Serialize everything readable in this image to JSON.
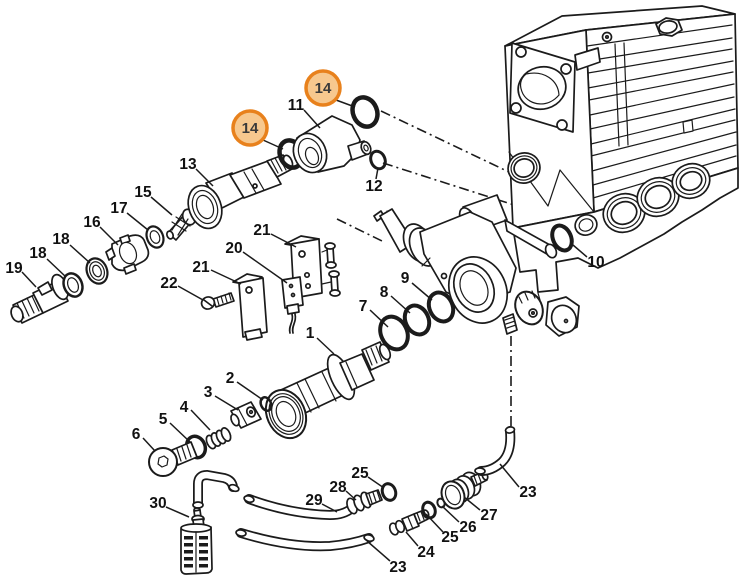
{
  "diagram": {
    "kind": "exploded-parts-diagram",
    "background": "#ffffff",
    "line_color": "#1b1b1b",
    "highlight": {
      "fill": "#f7c88e",
      "stroke": "#e8811c",
      "text_color": "#3a3a3a"
    }
  },
  "labels": [
    {
      "text": "19",
      "highlighted": false
    },
    {
      "text": "18",
      "highlighted": false
    },
    {
      "text": "18",
      "highlighted": false
    },
    {
      "text": "16",
      "highlighted": false
    },
    {
      "text": "17",
      "highlighted": false
    },
    {
      "text": "15",
      "highlighted": false
    },
    {
      "text": "13",
      "highlighted": false
    },
    {
      "text": "14",
      "highlighted": true
    },
    {
      "text": "11",
      "highlighted": false
    },
    {
      "text": "14",
      "highlighted": true
    },
    {
      "text": "12",
      "highlighted": false
    },
    {
      "text": "10",
      "highlighted": false
    },
    {
      "text": "9",
      "highlighted": false
    },
    {
      "text": "8",
      "highlighted": false
    },
    {
      "text": "7",
      "highlighted": false
    },
    {
      "text": "21",
      "highlighted": false
    },
    {
      "text": "20",
      "highlighted": false
    },
    {
      "text": "21",
      "highlighted": false
    },
    {
      "text": "22",
      "highlighted": false
    },
    {
      "text": "1",
      "highlighted": false
    },
    {
      "text": "2",
      "highlighted": false
    },
    {
      "text": "3",
      "highlighted": false
    },
    {
      "text": "4",
      "highlighted": false
    },
    {
      "text": "5",
      "highlighted": false
    },
    {
      "text": "6",
      "highlighted": false
    },
    {
      "text": "30",
      "highlighted": false
    },
    {
      "text": "29",
      "highlighted": false
    },
    {
      "text": "28",
      "highlighted": false
    },
    {
      "text": "25",
      "highlighted": false
    },
    {
      "text": "23",
      "highlighted": false
    },
    {
      "text": "27",
      "highlighted": false
    },
    {
      "text": "26",
      "highlighted": false
    },
    {
      "text": "25",
      "highlighted": false
    },
    {
      "text": "24",
      "highlighted": false
    },
    {
      "text": "23",
      "highlighted": false
    }
  ]
}
